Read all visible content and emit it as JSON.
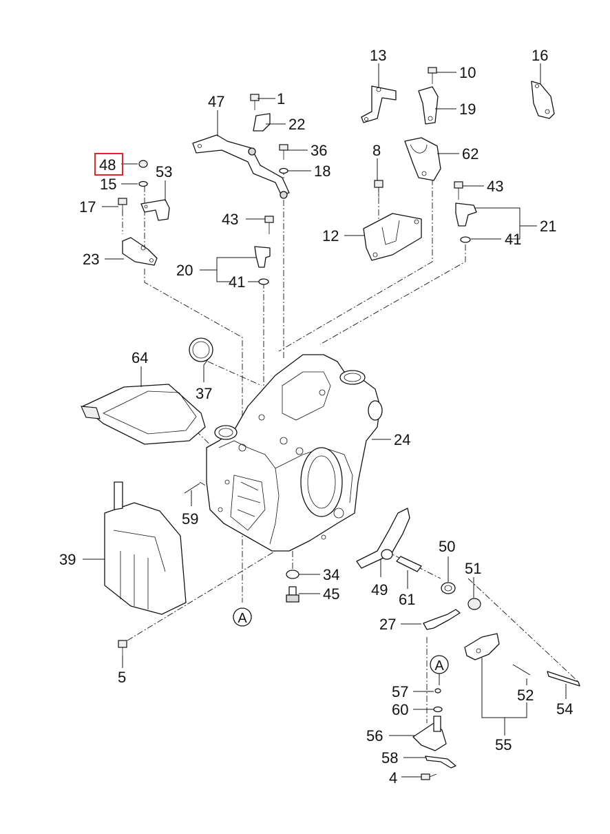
{
  "labels": {
    "l1": "1",
    "l4": "4",
    "l5": "5",
    "l8": "8",
    "l10": "10",
    "l12": "12",
    "l13": "13",
    "l15": "15",
    "l16": "16",
    "l17": "17",
    "l18": "18",
    "l19": "19",
    "l20": "20",
    "l21": "21",
    "l22": "22",
    "l23": "23",
    "l24": "24",
    "l27": "27",
    "l34": "34",
    "l36": "36",
    "l37": "37",
    "l39": "39",
    "l41a": "41",
    "l41b": "41",
    "l43a": "43",
    "l43b": "43",
    "l45": "45",
    "l47": "47",
    "l48": "48",
    "l49": "49",
    "l50": "50",
    "l51": "51",
    "l52": "52",
    "l53": "53",
    "l54": "54",
    "l55": "55",
    "l56": "56",
    "l57": "57",
    "l58": "58",
    "l59": "59",
    "l60": "60",
    "l61": "61",
    "l62": "62",
    "l64": "64"
  },
  "refs": {
    "ref_a1": "A",
    "ref_a2": "A"
  },
  "highlighted_label": "48",
  "colors": {
    "highlight": "#e0242a",
    "line": "#111111",
    "background": "#ffffff"
  }
}
